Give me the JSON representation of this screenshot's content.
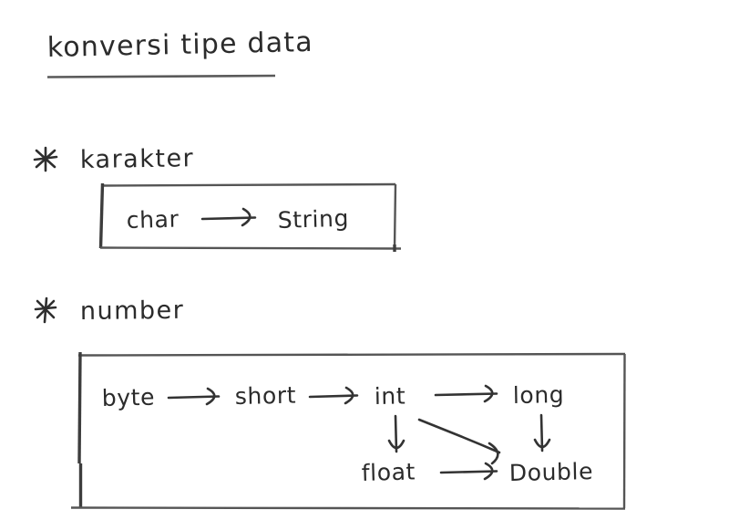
{
  "page": {
    "title": "konversi tipe data",
    "background_color": "#ffffff",
    "ink_color": "#2b2b2b",
    "medium": "handwritten-note"
  },
  "sections": [
    {
      "bullet": "*",
      "heading": "karakter",
      "box": {
        "nodes": [
          "char",
          "String"
        ],
        "arrows": [
          {
            "from": "char",
            "to": "String",
            "style": "straight-right"
          }
        ]
      }
    },
    {
      "bullet": "*",
      "heading": "number",
      "box": {
        "nodes": [
          "byte",
          "short",
          "int",
          "long",
          "float",
          "Double"
        ],
        "arrows": [
          {
            "from": "byte",
            "to": "short",
            "style": "straight-right"
          },
          {
            "from": "short",
            "to": "int",
            "style": "straight-right"
          },
          {
            "from": "int",
            "to": "long",
            "style": "straight-right"
          },
          {
            "from": "int",
            "to": "float",
            "style": "straight-down"
          },
          {
            "from": "int",
            "to": "Double",
            "style": "diagonal-down-right"
          },
          {
            "from": "long",
            "to": "Double",
            "style": "straight-down"
          },
          {
            "from": "float",
            "to": "Double",
            "style": "straight-right"
          }
        ]
      }
    }
  ],
  "labels": {
    "title": "konversi tipe data",
    "bullet_glyph": "*",
    "heading_karakter": "karakter",
    "heading_number": "number",
    "char": "char",
    "string": "String",
    "byte": "byte",
    "short": "short",
    "int": "int",
    "long": "long",
    "float": "float",
    "double": "Double"
  }
}
